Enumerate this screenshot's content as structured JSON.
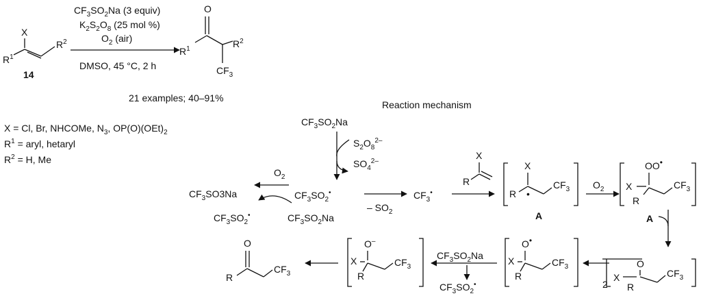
{
  "top": {
    "substrate": {
      "X": "X",
      "R1": "R",
      "R1sup": "1",
      "R2": "R",
      "R2sup": "2",
      "label": "14"
    },
    "cond": {
      "c1": {
        "a": "CF",
        "b": "3",
        "c": "SO",
        "d": "2",
        "e": "Na (3 equiv)"
      },
      "c2": {
        "a": "K",
        "b": "2",
        "c": "S",
        "d": "2",
        "e": "O",
        "f": "8",
        "g": " (25 mol %)"
      },
      "c3": {
        "a": "O",
        "b": "2",
        "c": " (air)"
      },
      "below": "DMSO, 45 °C, 2 h"
    },
    "product": {
      "O": "O",
      "R1": "R",
      "R1sup": "1",
      "R2": "R",
      "R2sup": "2",
      "CF3": "CF",
      "CF3sub": "3"
    },
    "examples": "21 examples; 40–91%"
  },
  "defs": {
    "x": {
      "a": "X = Cl, Br, NHCOMe, N",
      "b": "3",
      "c": ", OP(O)(OEt)",
      "d": "2"
    },
    "r1": {
      "a": "R",
      "b": "1",
      "c": " = aryl, hetaryl"
    },
    "r2": {
      "a": "R",
      "b": "2",
      "c": " = H, Me"
    }
  },
  "mechanism": {
    "title": "Reaction mechanism",
    "start": {
      "a": "CF",
      "b": "3",
      "c": "SO",
      "d": "2",
      "e": "Na"
    },
    "s2o8": {
      "a": "S",
      "b": "2",
      "c": "O",
      "d": "8",
      "e": "2–"
    },
    "so4": {
      "a": "SO",
      "b": "4",
      "c": "2–"
    },
    "radical": {
      "a": "CF",
      "b": "3",
      "c": "SO",
      "d": "2",
      "e": "•"
    },
    "o2left": {
      "a": "O",
      "b": "2"
    },
    "so3na": {
      "a": "CF",
      "b": "3",
      "c": "SO3Na"
    },
    "leftrad": {
      "a": "CF",
      "b": "3",
      "c": "SO",
      "d": "2",
      "e": "•"
    },
    "leftna": {
      "a": "CF",
      "b": "3",
      "c": "SO",
      "d": "2",
      "e": "Na"
    },
    "minus_so2": {
      "a": "– SO",
      "b": "2"
    },
    "cf3rad": {
      "a": "CF",
      "b": "3",
      "c": "•"
    },
    "alkene": {
      "X": "X",
      "R": "R"
    },
    "intA": {
      "X": "X",
      "R": "R",
      "CF3": "CF",
      "CF3sub": "3",
      "label": "A",
      "dot": "•"
    },
    "o2mid": {
      "a": "O",
      "b": "2"
    },
    "peroxyl": {
      "OO": "OO",
      "dot": "•",
      "X": "X",
      "R": "R",
      "CF3": "CF",
      "CF3sub": "3"
    },
    "aLabel": "A",
    "dimer": {
      "O": "O",
      "X": "X",
      "R": "R",
      "CF3": "CF",
      "CF3sub": "3",
      "two": "2"
    },
    "alkoxyl": {
      "O": "O",
      "dot": "•",
      "X": "X",
      "R": "R",
      "CF3": "CF",
      "CF3sub": "3"
    },
    "na2": {
      "a": "CF",
      "b": "3",
      "c": "SO",
      "d": "2",
      "e": "Na"
    },
    "rad2": {
      "a": "CF",
      "b": "3",
      "c": "SO",
      "d": "2",
      "e": "•"
    },
    "alkoxide": {
      "O": "O",
      "minus": "–",
      "X": "X",
      "R": "R",
      "CF3": "CF",
      "CF3sub": "3"
    },
    "final": {
      "O": "O",
      "R": "R",
      "CF3": "CF",
      "CF3sub": "3"
    }
  }
}
